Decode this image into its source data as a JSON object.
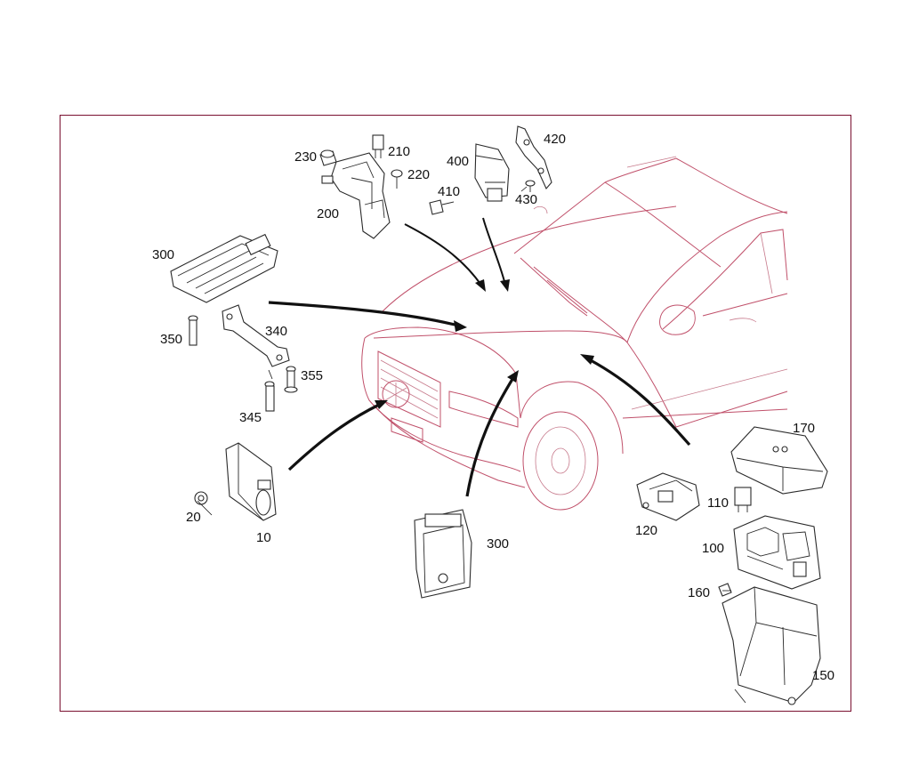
{
  "diagram": {
    "parts": [
      {
        "id": "230"
      },
      {
        "id": "210"
      },
      {
        "id": "220"
      },
      {
        "id": "200"
      },
      {
        "id": "400"
      },
      {
        "id": "410"
      },
      {
        "id": "420"
      },
      {
        "id": "430"
      },
      {
        "id": "300_top",
        "number": "300"
      },
      {
        "id": "340"
      },
      {
        "id": "350"
      },
      {
        "id": "355"
      },
      {
        "id": "345"
      },
      {
        "id": "10"
      },
      {
        "id": "20"
      },
      {
        "id": "300_bottom",
        "number": "300"
      },
      {
        "id": "170"
      },
      {
        "id": "110"
      },
      {
        "id": "120"
      },
      {
        "id": "100"
      },
      {
        "id": "160"
      },
      {
        "id": "150"
      }
    ],
    "colors": {
      "frame": "#7a1030",
      "car_outline": "#c0506a",
      "part_outline": "#2a2a2a",
      "arrow": "#111111"
    }
  }
}
